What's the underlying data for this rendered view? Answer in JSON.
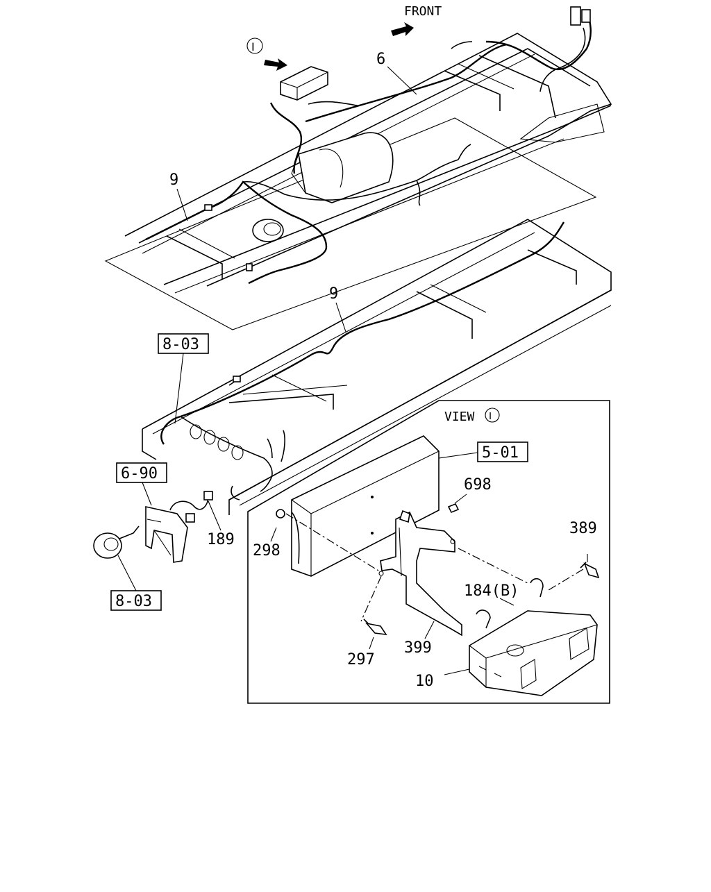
{
  "header": {
    "front_label": "FRONT",
    "view_marker": "Ⅰ"
  },
  "callouts": {
    "harness_main": "6",
    "harness_upper": "9",
    "harness_lower": "9",
    "ref_8_03_top": "8-03",
    "ref_6_90": "6-90",
    "part_189": "189",
    "ref_8_03_bottom": "8-03"
  },
  "view_box": {
    "title": "VIEW",
    "marker": "Ⅰ",
    "ref_5_01": "5-01",
    "part_698": "698",
    "part_298": "298",
    "part_389": "389",
    "part_184b": "184(B)",
    "part_297": "297",
    "part_399": "399",
    "part_10": "10"
  }
}
